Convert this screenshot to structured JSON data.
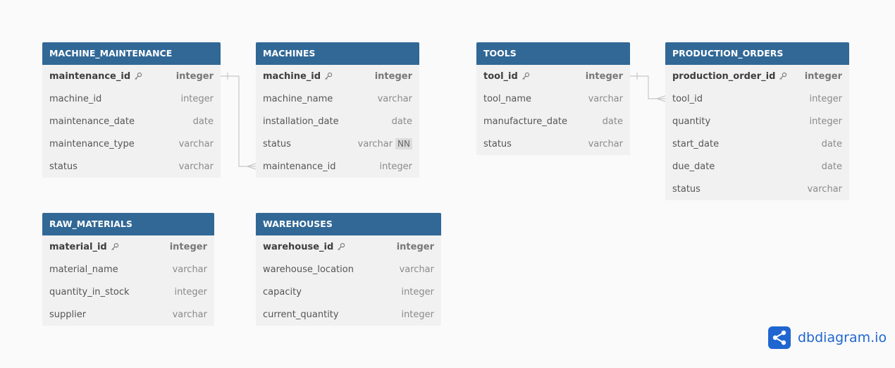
{
  "tables": [
    {
      "id": "machine_maintenance",
      "name": "MACHINE_MAINTENANCE",
      "fields": [
        {
          "name": "maintenance_id",
          "type": "integer",
          "pk": true
        },
        {
          "name": "machine_id",
          "type": "integer"
        },
        {
          "name": "maintenance_date",
          "type": "date"
        },
        {
          "name": "maintenance_type",
          "type": "varchar"
        },
        {
          "name": "status",
          "type": "varchar"
        }
      ]
    },
    {
      "id": "machines",
      "name": "MACHINES",
      "fields": [
        {
          "name": "machine_id",
          "type": "integer",
          "pk": true
        },
        {
          "name": "machine_name",
          "type": "varchar"
        },
        {
          "name": "installation_date",
          "type": "date"
        },
        {
          "name": "status",
          "type": "varchar",
          "badge": "NN"
        },
        {
          "name": "maintenance_id",
          "type": "integer"
        }
      ]
    },
    {
      "id": "tools",
      "name": "TOOLS",
      "fields": [
        {
          "name": "tool_id",
          "type": "integer",
          "pk": true
        },
        {
          "name": "tool_name",
          "type": "varchar"
        },
        {
          "name": "manufacture_date",
          "type": "date"
        },
        {
          "name": "status",
          "type": "varchar"
        }
      ]
    },
    {
      "id": "production_orders",
      "name": "PRODUCTION_ORDERS",
      "fields": [
        {
          "name": "production_order_id",
          "type": "integer",
          "pk": true
        },
        {
          "name": "tool_id",
          "type": "integer"
        },
        {
          "name": "quantity",
          "type": "integer"
        },
        {
          "name": "start_date",
          "type": "date"
        },
        {
          "name": "due_date",
          "type": "date"
        },
        {
          "name": "status",
          "type": "varchar"
        }
      ]
    },
    {
      "id": "raw_materials",
      "name": "RAW_MATERIALS",
      "fields": [
        {
          "name": "material_id",
          "type": "integer",
          "pk": true
        },
        {
          "name": "material_name",
          "type": "varchar"
        },
        {
          "name": "quantity_in_stock",
          "type": "integer"
        },
        {
          "name": "supplier",
          "type": "varchar"
        }
      ]
    },
    {
      "id": "warehouses",
      "name": "WAREHOUSES",
      "fields": [
        {
          "name": "warehouse_id",
          "type": "integer",
          "pk": true
        },
        {
          "name": "warehouse_location",
          "type": "varchar"
        },
        {
          "name": "capacity",
          "type": "integer"
        },
        {
          "name": "current_quantity",
          "type": "integer"
        }
      ]
    }
  ],
  "relationships": [
    {
      "from_table": "machine_maintenance",
      "from_field": "maintenance_id",
      "from_card": "one",
      "to_table": "machines",
      "to_field": "maintenance_id",
      "to_card": "many"
    },
    {
      "from_table": "tools",
      "from_field": "tool_id",
      "from_card": "one",
      "to_table": "production_orders",
      "to_field": "tool_id",
      "to_card": "many"
    }
  ],
  "brand": {
    "text": "dbdiagram.io",
    "icon": "share-nodes-icon",
    "color": "#1f66d1"
  },
  "colors": {
    "header": "#316896",
    "body": "#f1f1f1",
    "background": "#fafafa",
    "connector": "#c8c8c8"
  }
}
